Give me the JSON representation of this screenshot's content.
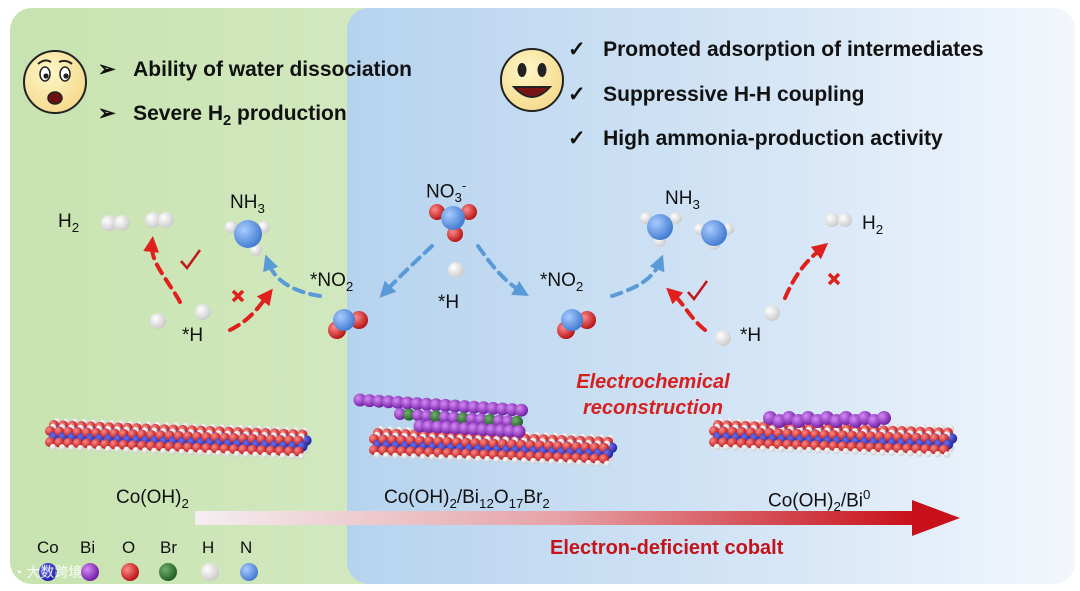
{
  "left_panel": {
    "bullets": [
      "Ability of water dissociation",
      "Severe H",
      "production"
    ],
    "bullet2_sub": "2",
    "bullet_marker": "➢"
  },
  "right_panel": {
    "checks": [
      "Promoted adsorption of intermediates",
      "Suppressive H-H coupling",
      "High ammonia-production activity"
    ],
    "check_marker": "✓"
  },
  "species": {
    "h2_left": "H",
    "h2_left_sub": "2",
    "nh3_left": "NH",
    "nh3_left_sub": "3",
    "no2_left": "*NO",
    "no2_left_sub": "2",
    "h_left": "*H",
    "no3": "NO",
    "no3_sub": "3",
    "no3_sup": "-",
    "h_center": "*H",
    "no2_right": "*NO",
    "no2_right_sub": "2",
    "nh3_right": "NH",
    "nh3_right_sub": "3",
    "h2_right": "H",
    "h2_right_sub": "2",
    "h_right": "*H"
  },
  "reconstruction_label": "Electrochemical reconstruction",
  "materials": {
    "m1": "Co(OH)",
    "m1_sub": "2",
    "m2_a": "Co(OH)",
    "m2_s1": "2",
    "m2_b": "/Bi",
    "m2_s2": "12",
    "m2_c": "O",
    "m2_s3": "17",
    "m2_d": "Br",
    "m2_s4": "2",
    "m3_a": "Co(OH)",
    "m3_s1": "2",
    "m3_b": "/Bi",
    "m3_sup": "0"
  },
  "arrow_label": "Electron-deficient cobalt",
  "legend": [
    {
      "label": "Co",
      "color": "#2a2fc4"
    },
    {
      "label": "Bi",
      "color": "#8e2cc9"
    },
    {
      "label": "O",
      "color": "#d11a1a"
    },
    {
      "label": "Br",
      "color": "#2f7a2f"
    },
    {
      "label": "H",
      "color": "#ffffff"
    },
    {
      "label": "N",
      "color": "#5b94e6"
    }
  ],
  "watermark": "大数跨境",
  "colors": {
    "bg_left": "#d6ecc6",
    "bg_right": "#cddff1",
    "red": "#e0201c",
    "blue": "#5a9ad6"
  }
}
